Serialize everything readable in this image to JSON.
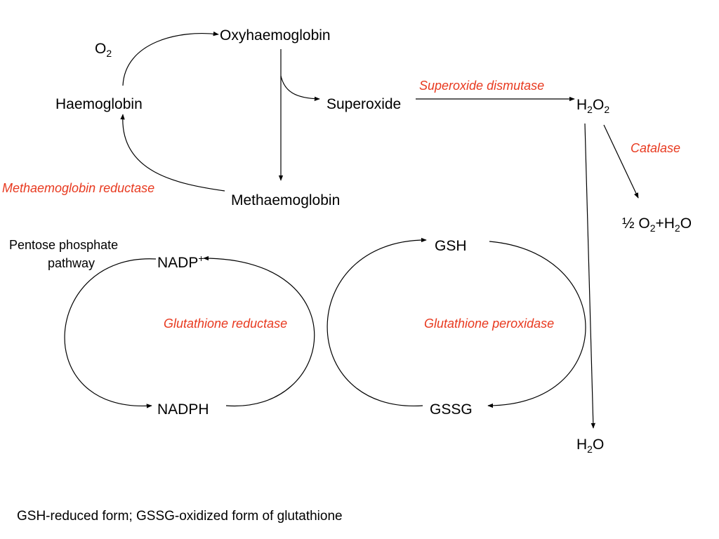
{
  "colors": {
    "enzyme": "#e8391f",
    "line": "#000000"
  },
  "nodes": {
    "oxyhaemoglobin": "Oxyhaemoglobin",
    "o2": {
      "base": "O",
      "sub": "2"
    },
    "haemoglobin": "Haemoglobin",
    "superoxide": "Superoxide",
    "h2o2": {
      "a": "H",
      "b": "2",
      "c": "O",
      "d": "2"
    },
    "methaemoglobin": "Methaemoglobin",
    "half_o2_h2o": {
      "a": "½ O",
      "b": "2",
      "c": "+H",
      "d": "2",
      "e": "O"
    },
    "pentose_line1": "Pentose phosphate",
    "pentose_line2": "pathway",
    "nadp": {
      "base": "NADP",
      "sup": "+"
    },
    "gsh": "GSH",
    "nadph": "NADPH",
    "gssg": "GSSG",
    "h2o": {
      "a": "H",
      "b": "2",
      "c": "O"
    }
  },
  "enzymes": {
    "superoxide_dismutase": "Superoxide dismutase",
    "catalase": "Catalase",
    "methaemoglobin_reductase": "Methaemoglobin reductase",
    "glutathione_reductase": "Glutathione reductase",
    "glutathione_peroxidase": "Glutathione peroxidase"
  },
  "footnote": "GSH-reduced form; GSSG-oxidized form of glutathione"
}
